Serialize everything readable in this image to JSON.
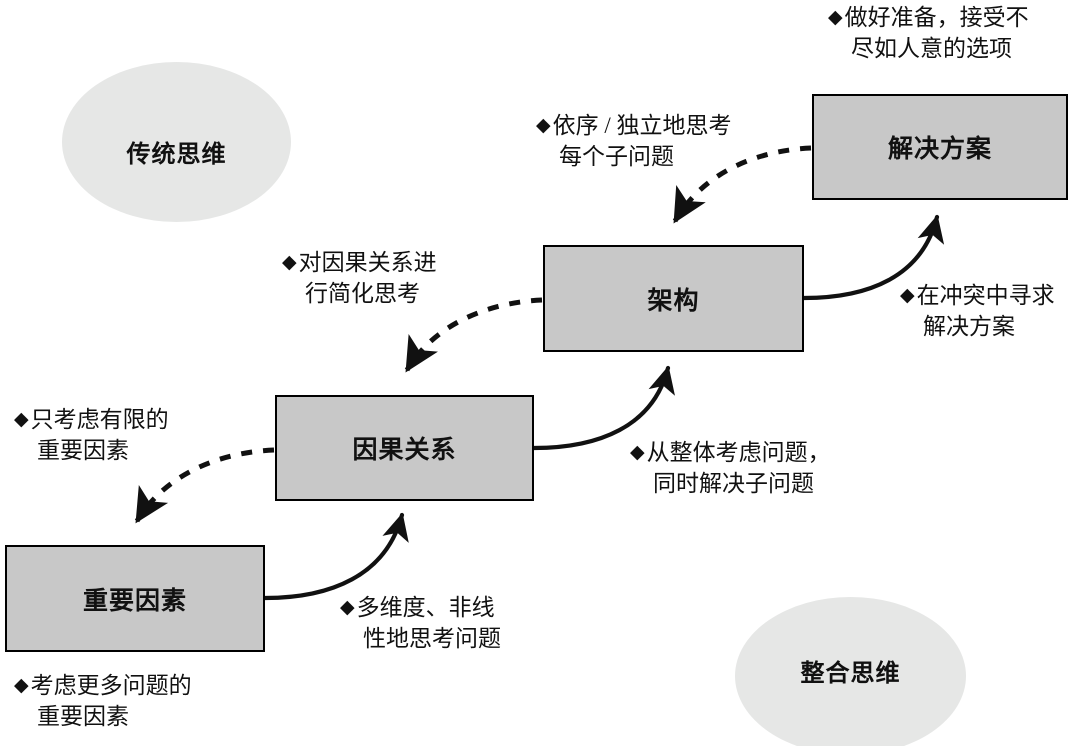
{
  "diagram": {
    "title_hidden": "",
    "colors": {
      "box_fill": "#c8c8c8",
      "box_border": "#000000",
      "ellipse_fill": "#e6e7e6",
      "line": "#111111",
      "background": "#ffffff"
    },
    "bullet_glyph": "◆",
    "ellipses": [
      {
        "id": "traditional",
        "label": "传统思维"
      },
      {
        "id": "integrative",
        "label": "整合思维"
      }
    ],
    "nodes": [
      {
        "id": "key_factors",
        "label": "重要因素"
      },
      {
        "id": "causality",
        "label": "因果关系"
      },
      {
        "id": "architecture",
        "label": "架构"
      },
      {
        "id": "solution",
        "label": "解决方案"
      }
    ],
    "annotations": [
      {
        "id": "limited_factors",
        "lines": [
          "只考虑有限的",
          "重要因素"
        ],
        "attached_to": "dashed-causality-to-key-factors"
      },
      {
        "id": "more_factors",
        "lines": [
          "考虑更多问题的",
          "重要因素"
        ],
        "attached_to": "key-factors-box"
      },
      {
        "id": "multidimensional",
        "lines": [
          "多维度、非线",
          "性地思考问题"
        ],
        "attached_to": "solid-key-factors-to-causality"
      },
      {
        "id": "simplified_causality",
        "lines": [
          "对因果关系进",
          "行简化思考"
        ],
        "attached_to": "dashed-architecture-to-causality"
      },
      {
        "id": "holistic",
        "lines": [
          "从整体考虑问题，",
          "同时解决子问题"
        ],
        "attached_to": "solid-causality-to-architecture"
      },
      {
        "id": "sequential_thinking",
        "lines": [
          "依序 / 独立地思考",
          "每个子问题"
        ],
        "attached_to": "dashed-solution-to-architecture"
      },
      {
        "id": "resolve_in_conflict",
        "lines": [
          "在冲突中寻求",
          "解决方案"
        ],
        "attached_to": "solid-architecture-to-solution"
      },
      {
        "id": "accept_suboptimal",
        "lines": [
          "做好准备，接受不",
          "尽如人意的选项"
        ],
        "attached_to": "solution-box"
      }
    ],
    "edges": [
      {
        "id": "dashed-causality-to-key-factors",
        "style": "dashed",
        "from": "causality",
        "to": "key_factors"
      },
      {
        "id": "solid-key-factors-to-causality",
        "style": "solid",
        "from": "key_factors",
        "to": "causality"
      },
      {
        "id": "dashed-architecture-to-causality",
        "style": "dashed",
        "from": "architecture",
        "to": "causality"
      },
      {
        "id": "solid-causality-to-architecture",
        "style": "solid",
        "from": "causality",
        "to": "architecture"
      },
      {
        "id": "dashed-solution-to-architecture",
        "style": "dashed",
        "from": "solution",
        "to": "architecture"
      },
      {
        "id": "solid-architecture-to-solution",
        "style": "solid",
        "from": "architecture",
        "to": "solution"
      }
    ]
  }
}
